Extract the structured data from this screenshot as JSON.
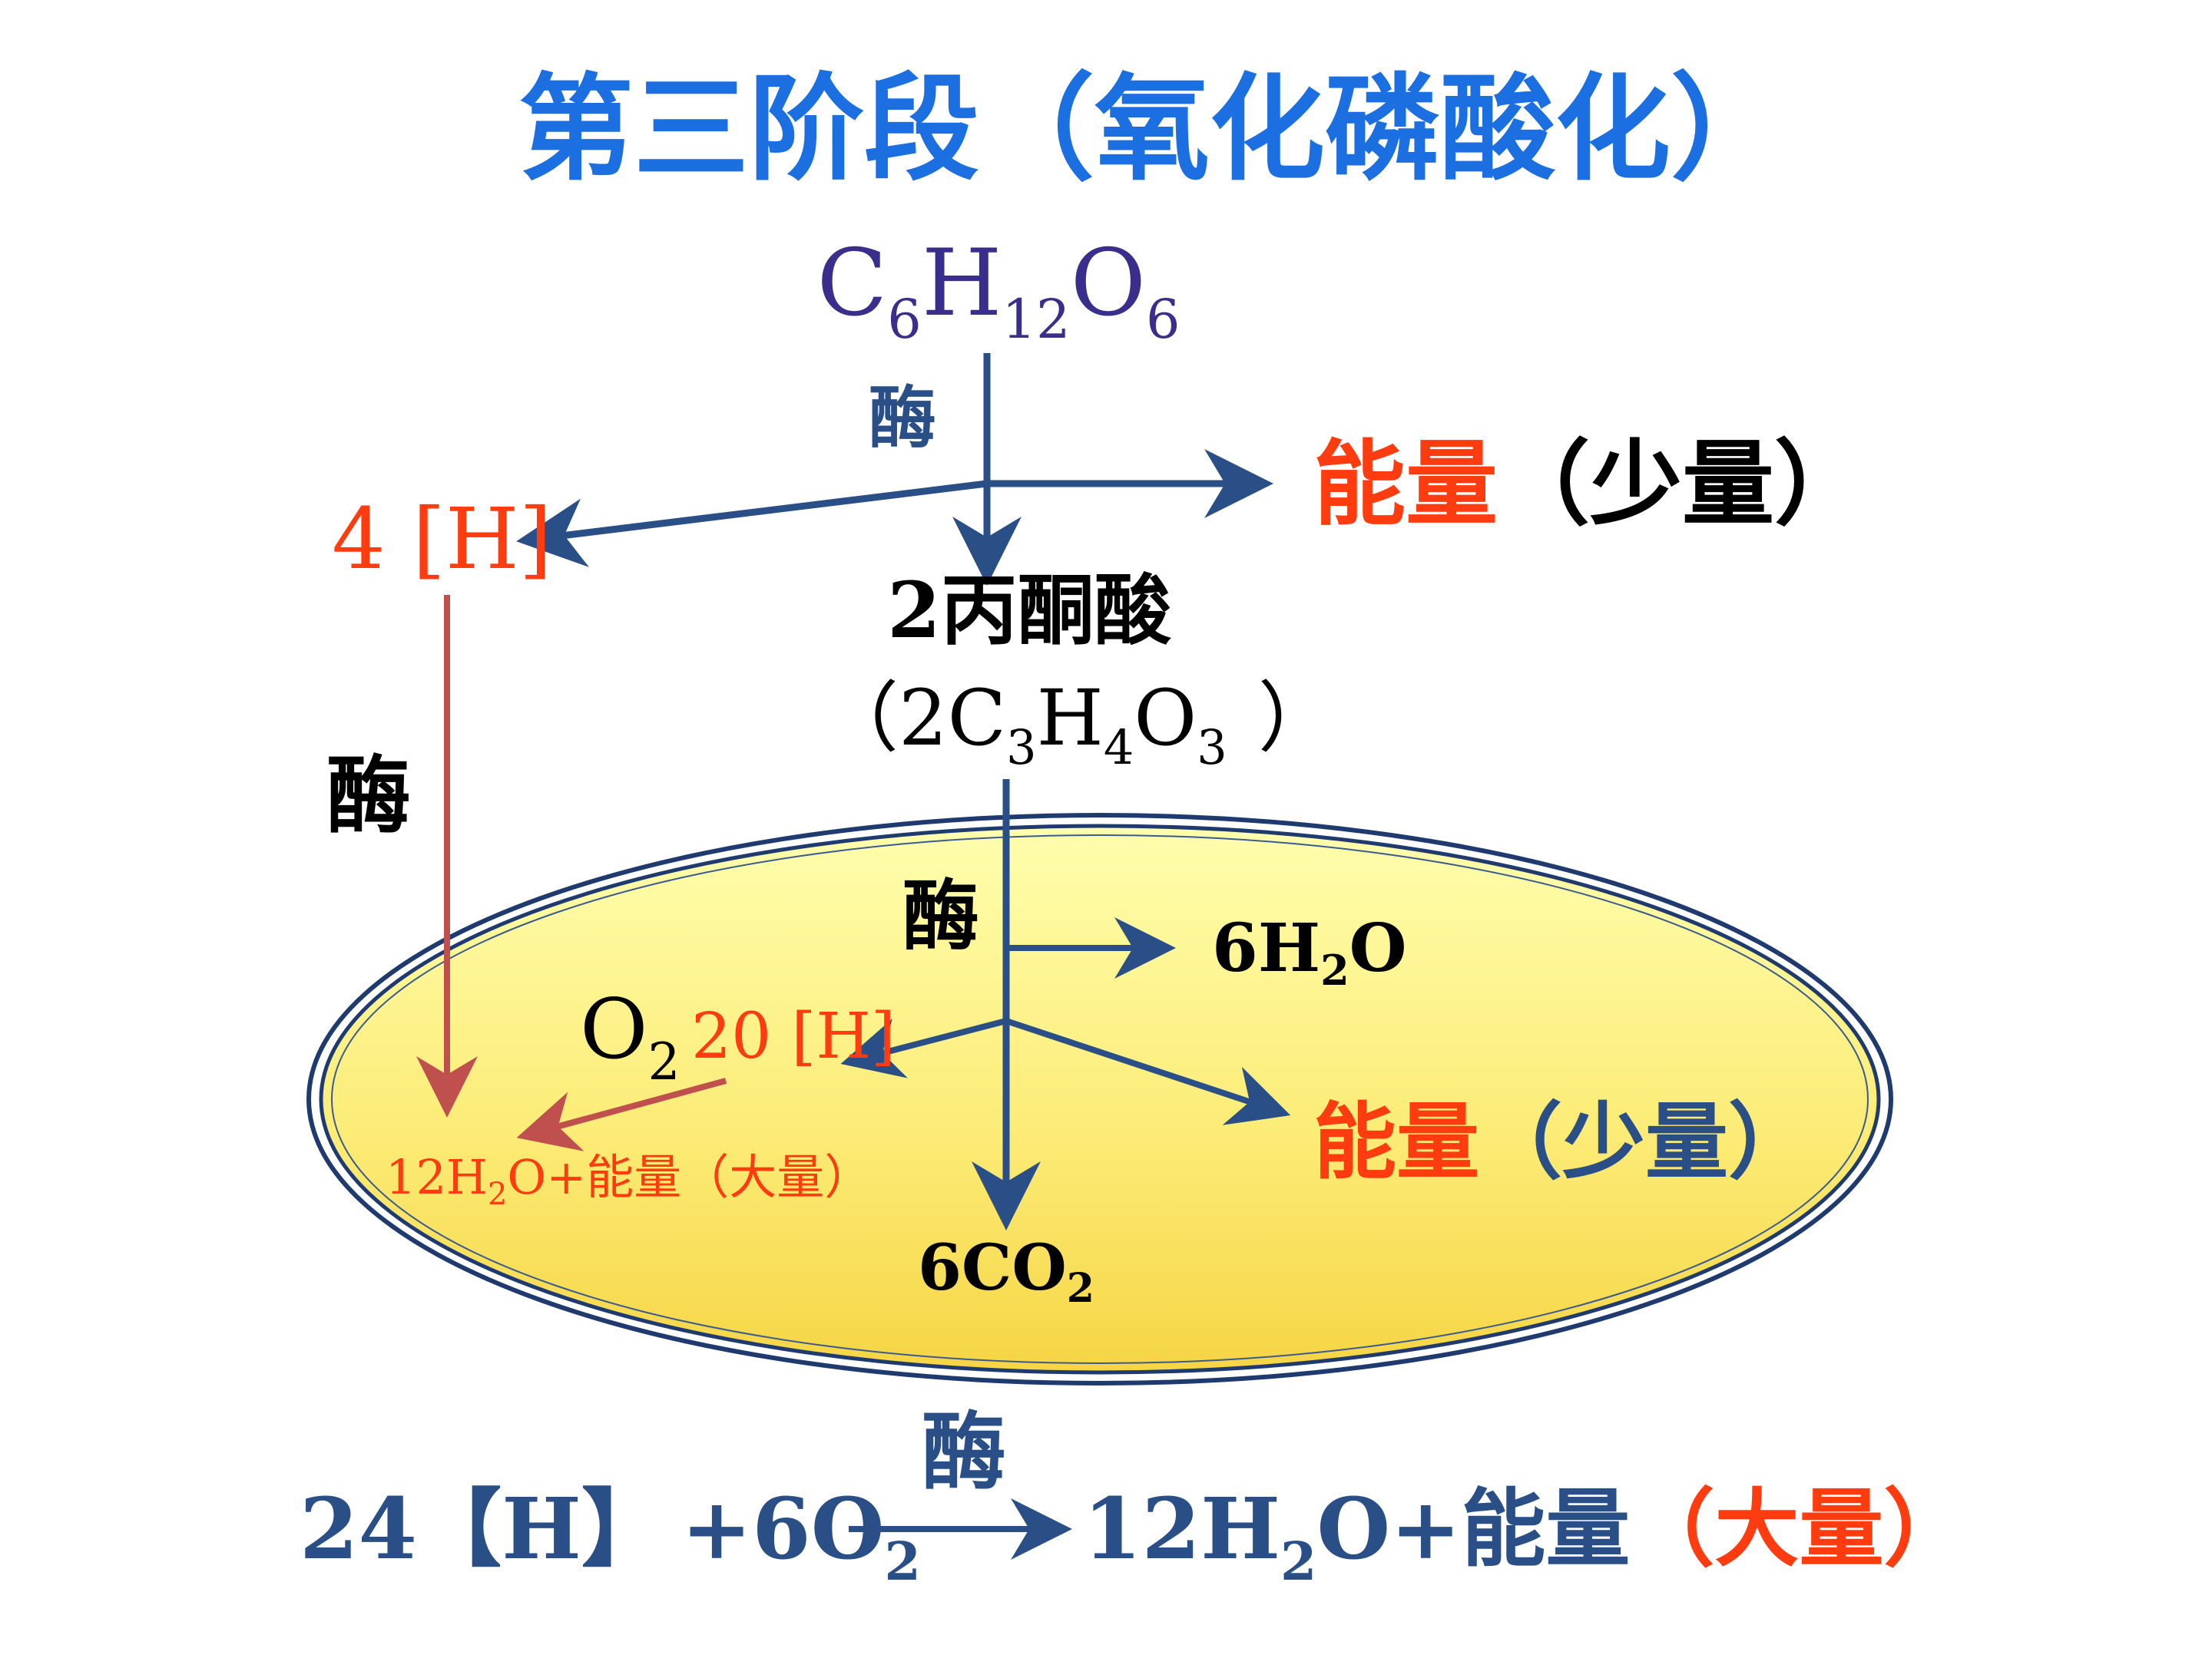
{
  "title": "第三阶段（氧化磷酸化）",
  "colors": {
    "title": "#1c6fe0",
    "formula": "#3a2e8c",
    "arrow": "#2a4f86",
    "red_arrow": "#c0504d",
    "energy": "#ff3b10",
    "black": "#000000",
    "ellipse_fill_top": "#fefca0",
    "ellipse_fill_bottom": "#f8d84a",
    "ellipse_stroke": "#1f3a6e"
  },
  "glucose": {
    "c": "C",
    "c_sub": "6",
    "h": "H",
    "h_sub": "12",
    "o": "O",
    "o_sub": "6"
  },
  "enzyme_1": "酶",
  "energy_small_1": {
    "label": "能量",
    "note": "（少量）"
  },
  "h4": "4 [H]",
  "pyruvate": {
    "label": "2丙酮酸",
    "open": "（",
    "prefix": "2C",
    "c_sub": "3",
    "h": "H",
    "h_sub": "4",
    "o": "O",
    "o_sub": "3",
    "close": "）"
  },
  "enzyme_left": "酶",
  "enzyme_2": "酶",
  "water_6": {
    "text": "6H",
    "sub": "2",
    "tail": "O"
  },
  "o2": {
    "text": "O",
    "sub": "2"
  },
  "h20": "20 [H]",
  "energy_small_2": {
    "label": "能量",
    "note": "（少量）"
  },
  "water_12": {
    "text": "12H",
    "sub": "2",
    "tail": "O+能量（大量）"
  },
  "co2_6": {
    "text": "6CO",
    "sub": "2"
  },
  "enzyme_bottom": "酶",
  "summary": {
    "h24": "24【H】",
    "o2": "+6O",
    "o2_sub": "2",
    "water": "12H",
    "water_sub": "2",
    "water_tail": "O+能量",
    "large": "（大量）"
  }
}
